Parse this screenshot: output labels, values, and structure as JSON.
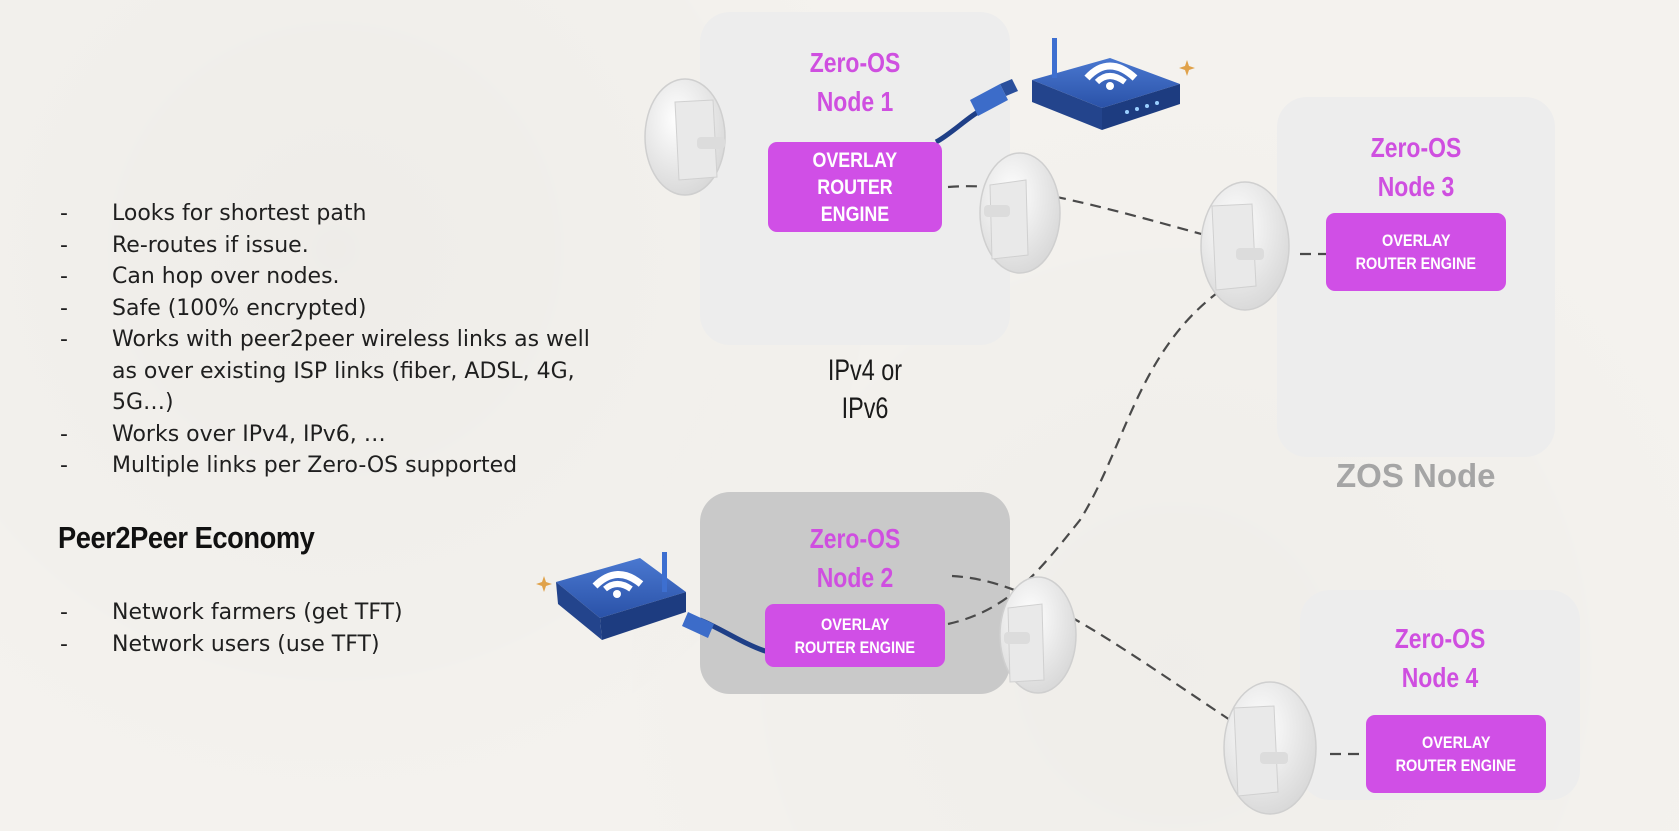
{
  "bullets": [
    "Looks for shortest path",
    "Re-routes if issue.",
    "Can hop over nodes.",
    "Safe (100% encrypted)",
    "Works with peer2peer wireless links as well as over existing ISP links (fiber, ADSL, 4G, 5G…)",
    "Works over IPv4, IPv6, …",
    "Multiple links per Zero-OS supported"
  ],
  "economy": {
    "heading": "Peer2Peer Economy",
    "items": [
      "Network farmers (get TFT)",
      "Network users (use TFT)"
    ]
  },
  "nodes": {
    "node1": {
      "title_line1": "Zero-OS",
      "title_line2": "Node 1",
      "engine_line1": "OVERLAY",
      "engine_line2": "ROUTER ENGINE"
    },
    "node2": {
      "title_line1": "Zero-OS",
      "title_line2": "Node 2",
      "engine_line1": "OVERLAY",
      "engine_line2": "ROUTER ENGINE"
    },
    "node3": {
      "title_line1": "Zero-OS",
      "title_line2": "Node 3",
      "engine_line1": "OVERLAY",
      "engine_line2": "ROUTER ENGINE"
    },
    "node4": {
      "title_line1": "Zero-OS",
      "title_line2": "Node 4",
      "engine_line1": "OVERLAY",
      "engine_line2": "ROUTER ENGINE"
    }
  },
  "ip_label_line1": "IPv4 or",
  "ip_label_line2": "IPv6",
  "zos_label": "ZOS Node",
  "colors": {
    "accent_magenta": "#d04fe6",
    "node_box": "#ededed",
    "node2_box": "#c9c9c9",
    "router_blue": "#2f5db3"
  },
  "icons": [
    "wifi-router-icon",
    "ethernet-cable-icon",
    "wireless-antenna-icon"
  ]
}
